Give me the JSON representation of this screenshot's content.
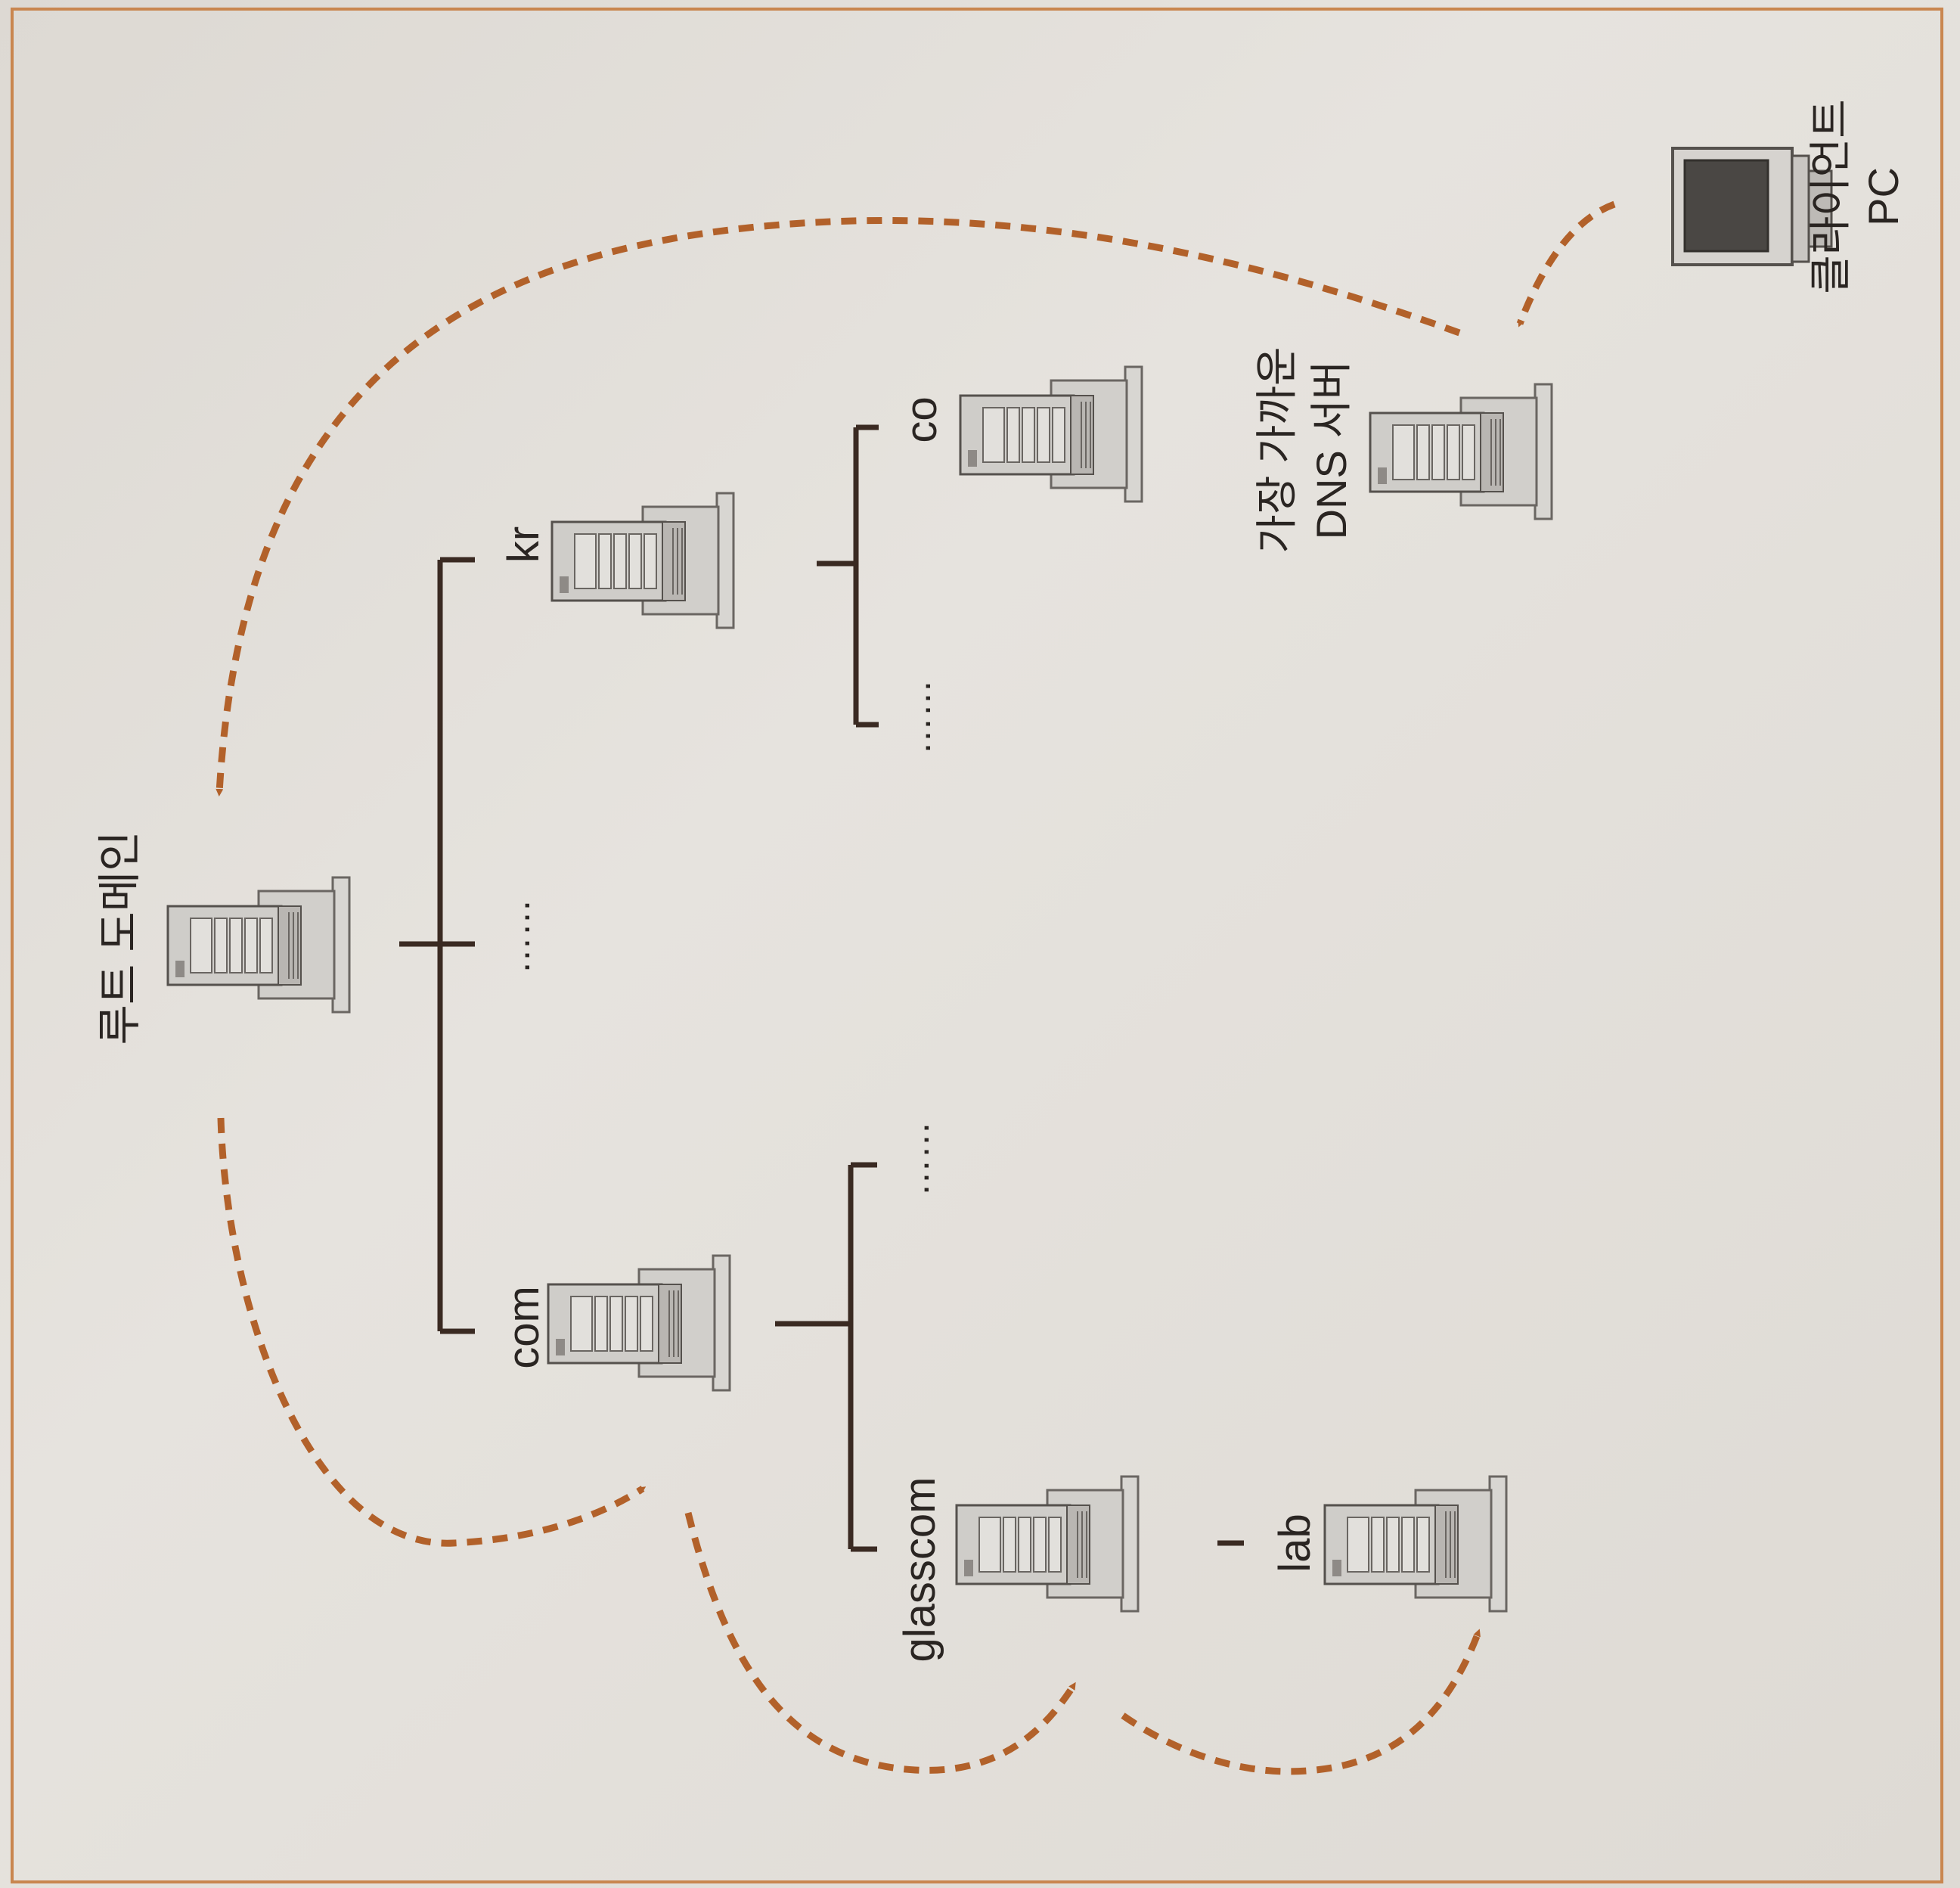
{
  "diagram": {
    "nodes": {
      "root": {
        "label": "루트 도메인"
      },
      "com": {
        "label": "com"
      },
      "kr": {
        "label": "kr"
      },
      "glasscom": {
        "label": "glasscom"
      },
      "lab": {
        "label": "lab"
      },
      "co": {
        "label": "co"
      },
      "nearest_dns": {
        "label_line1": "가장 가까운",
        "label_line2": "DNS 서버"
      },
      "client": {
        "label_line1": "클라이언트",
        "label_line2": "PC"
      }
    },
    "ellipsis": "……",
    "colors": {
      "arrow": "#b2612a",
      "tree_line": "#3a2a22",
      "frame": "#c9864f"
    },
    "icons": [
      "server-icon",
      "pc-monitor-icon"
    ]
  }
}
